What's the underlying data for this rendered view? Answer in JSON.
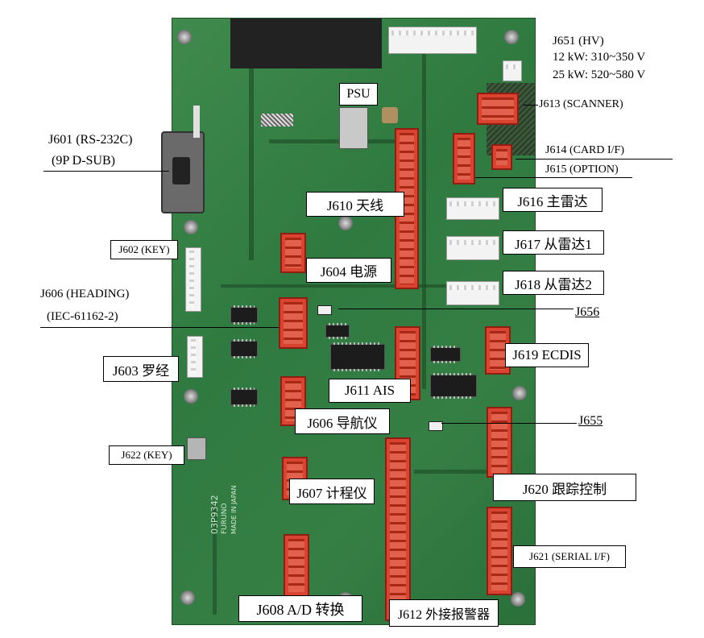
{
  "board": {
    "silkscreen_model": "03P9342",
    "silkscreen_maker": "FURUNO",
    "silkscreen_origin": "MADE IN JAPAN"
  },
  "labels": {
    "j651_title": "J651 (HV)",
    "j651_line1": "12 kW: 310~350 V",
    "j651_line2": "25 kW: 520~580 V",
    "psu": "PSU",
    "j613": "J613 (SCANNER)",
    "j601_line1": "J601 (RS-232C)",
    "j601_line2": "(9P D-SUB)",
    "j614": "J614 (CARD I/F)",
    "j615": "J615 (OPTION)",
    "j610": "J610 天线",
    "j616": "J616 主雷达",
    "j602": "J602 (KEY)",
    "j617": "J617 从雷达1",
    "j604": "J604 电源",
    "j618": "J618 从雷达2",
    "j606_heading_line1": "J606 (HEADING)",
    "j606_heading_line2": "(IEC-61162-2)",
    "j656": "J656",
    "j619": "J619 ECDIS",
    "j603": "J603 罗经",
    "j611": "J611 AIS",
    "j606_nav": "J606 导航仪",
    "j655": "J655",
    "j622": "J622 (KEY)",
    "j607": "J607 计程仪",
    "j620": "J620 跟踪控制",
    "j621": "J621 (SERIAL I/F)",
    "j608": "J608 A/D 转换",
    "j612": "J612 外接报警器"
  }
}
